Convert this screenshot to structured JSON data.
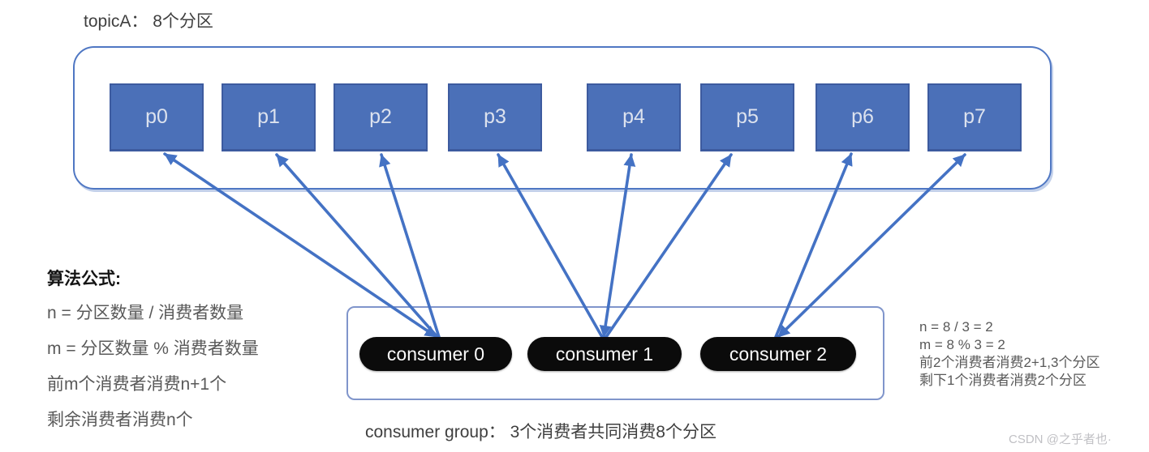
{
  "title": "topicA： 8个分区",
  "topic": {
    "partitions": [
      "p0",
      "p1",
      "p2",
      "p3",
      "p4",
      "p5",
      "p6",
      "p7"
    ]
  },
  "consumer_group": {
    "consumers": [
      "consumer 0",
      "consumer 1",
      "consumer 2"
    ],
    "caption": "consumer group： 3个消费者共同消费8个分区"
  },
  "assignments": [
    {
      "consumer": "consumer 0",
      "partitions": [
        "p0",
        "p1",
        "p2"
      ]
    },
    {
      "consumer": "consumer 1",
      "partitions": [
        "p3",
        "p4",
        "p5"
      ]
    },
    {
      "consumer": "consumer 2",
      "partitions": [
        "p6",
        "p7"
      ]
    }
  ],
  "algorithm": {
    "heading": "算法公式:",
    "lines": [
      "n = 分区数量 / 消费者数量",
      "m = 分区数量 % 消费者数量",
      "前m个消费者消费n+1个",
      "剩余消费者消费n个"
    ]
  },
  "example": {
    "lines": [
      "n = 8 / 3 = 2",
      "m = 8 % 3 = 2",
      "前2个消费者消费2+1,3个分区",
      "剩下1个消费者消费2个分区"
    ]
  },
  "watermark": "CSDN @之乎者也·",
  "colors": {
    "partition_fill": "#4b70b8",
    "partition_border": "#3d5b9f",
    "arrow": "#4472c4",
    "topic_box_border": "#4f77c3",
    "group_box_border": "#8095cb",
    "consumer_pill_bg": "#0b0b0b",
    "text_dark": "#3f3f3f",
    "text_gray": "#595959",
    "watermark_gray": "#c0c0c4"
  }
}
